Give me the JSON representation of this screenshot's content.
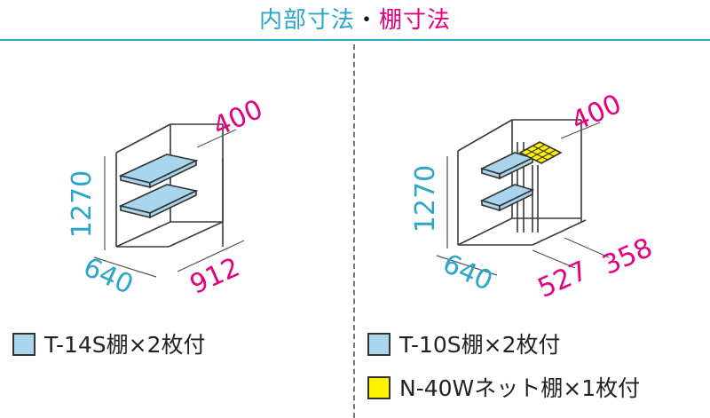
{
  "title": {
    "internal": "内部寸法",
    "separator": "・",
    "shelf": "棚寸法"
  },
  "colors": {
    "accent_cyan": "#2ba6cb",
    "accent_magenta": "#e4007f",
    "shelf_blue": "#a8d4ec",
    "net_yellow": "#fff100"
  },
  "left": {
    "dims": {
      "depth_shelf": "400",
      "height": "1270",
      "depth": "640",
      "width": "912"
    },
    "legend": [
      {
        "label": "T-14S棚×2枚付",
        "color": "#a8d4ec"
      }
    ]
  },
  "right": {
    "dims": {
      "depth_shelf": "400",
      "height": "1270",
      "depth": "640",
      "width_a": "527",
      "width_b": "358"
    },
    "legend": [
      {
        "label": "T-10S棚×2枚付",
        "color": "#a8d4ec"
      },
      {
        "label": "N-40Wネット棚×1枚付",
        "color": "#fff100"
      }
    ]
  }
}
